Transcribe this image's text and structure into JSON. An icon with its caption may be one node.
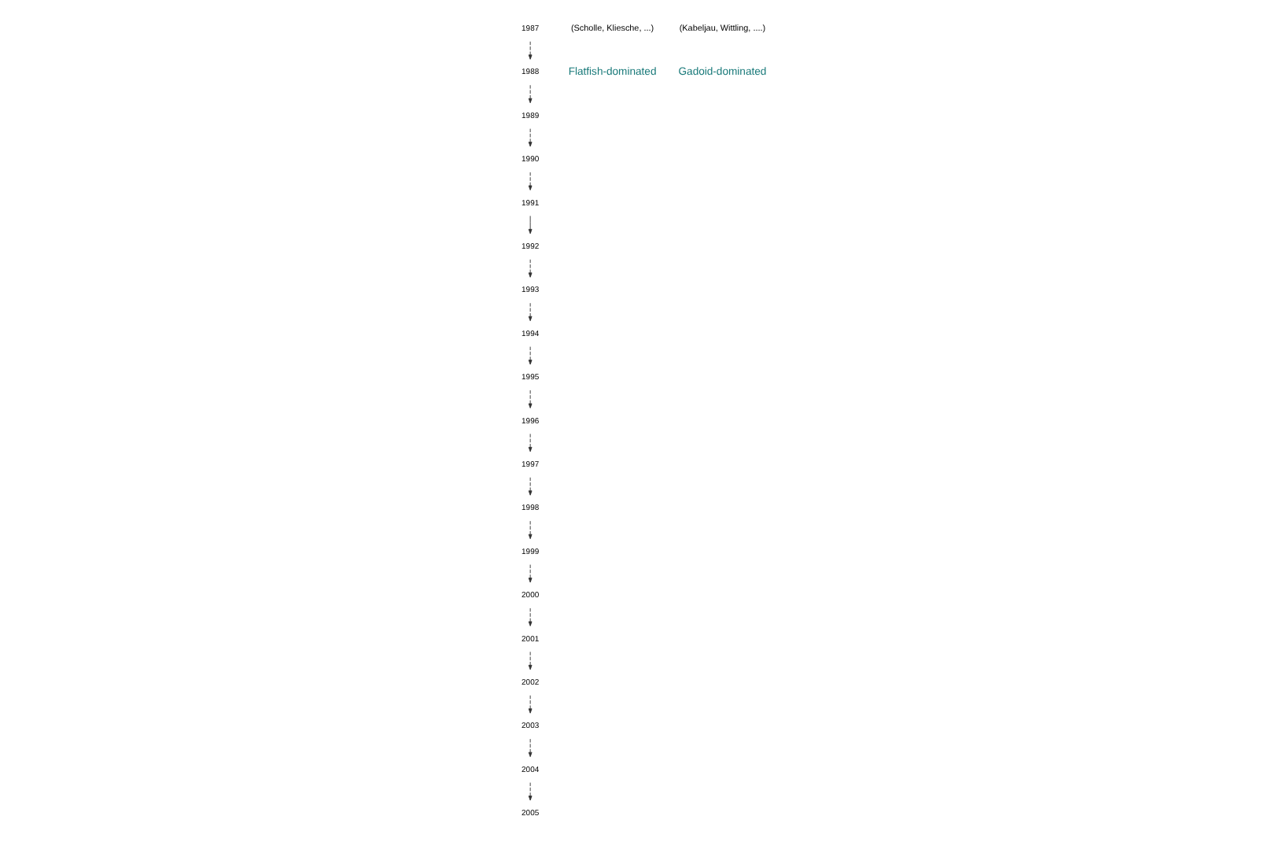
{
  "diagram": {
    "nodes": [
      {
        "text": [
          "1987"
        ]
      },
      {
        "text": [
          "1988"
        ]
      },
      {
        "text": [
          "1989"
        ]
      },
      {
        "text": [
          "1990"
        ]
      },
      {
        "text": [
          "1991"
        ]
      },
      {
        "text": [
          "1992"
        ]
      },
      {
        "text": [
          "1993"
        ]
      },
      {
        "text": [
          "1994"
        ]
      },
      {
        "text": [
          "1995"
        ]
      },
      {
        "text": [
          "1996"
        ]
      },
      {
        "text": [
          "1997"
        ]
      },
      {
        "text": [
          "1998"
        ]
      },
      {
        "text": [
          "1999"
        ]
      },
      {
        "text": [
          "2000"
        ]
      },
      {
        "text": [
          "2001"
        ]
      },
      {
        "text": [
          "2002"
        ]
      },
      {
        "text": [
          "2003"
        ]
      },
      {
        "text": [
          "2004"
        ]
      },
      {
        "text": [
          "2005"
        ]
      }
    ],
    "edges": [
      {
        "from": 0,
        "to": 1,
        "arrow": "to",
        "style": "dashed"
      },
      {
        "from": 1,
        "to": 2,
        "arrow": "to",
        "style": "dashed"
      },
      {
        "from": 2,
        "to": 3,
        "arrow": "to",
        "style": "dashed"
      },
      {
        "from": 3,
        "to": 4,
        "arrow": "to",
        "style": "dashed"
      },
      {
        "from": 4,
        "to": 5,
        "arrow": "to"
      },
      {
        "from": 5,
        "to": 6,
        "arrow": "to",
        "style": "dashed"
      },
      {
        "from": 6,
        "to": 7,
        "arrow": "to",
        "style": "dashed"
      },
      {
        "from": 7,
        "to": 8,
        "arrow": "to",
        "style": "dashed"
      },
      {
        "from": 8,
        "to": 9,
        "arrow": "to",
        "style": "dashed"
      },
      {
        "from": 9,
        "to": 10,
        "arrow": "to",
        "style": "dashed"
      },
      {
        "from": 10,
        "to": 11,
        "arrow": "to",
        "style": "dashed"
      },
      {
        "from": 11,
        "to": 12,
        "arrow": "to",
        "style": "dashed"
      },
      {
        "from": 12,
        "to": 13,
        "arrow": "to",
        "style": "dashed"
      },
      {
        "from": 13,
        "to": 14,
        "arrow": "to",
        "style": "dashed"
      },
      {
        "from": 14,
        "to": 15,
        "arrow": "to",
        "style": "dashed"
      },
      {
        "from": 15,
        "to": 16,
        "arrow": "to",
        "style": "dashed"
      },
      {
        "from": 16,
        "to": 17,
        "arrow": "to",
        "style": "dashed"
      },
      {
        "from": 17,
        "to": 18,
        "arrow": "to",
        "style": "dashed"
      }
    ],
    "labels": [
      "(Scholle, Kliesche, ...)",
      "(Kabeljau, Wittling, ....)",
      "Flatfish-dominated",
      "Gadoid-dominated"
    ]
  }
}
